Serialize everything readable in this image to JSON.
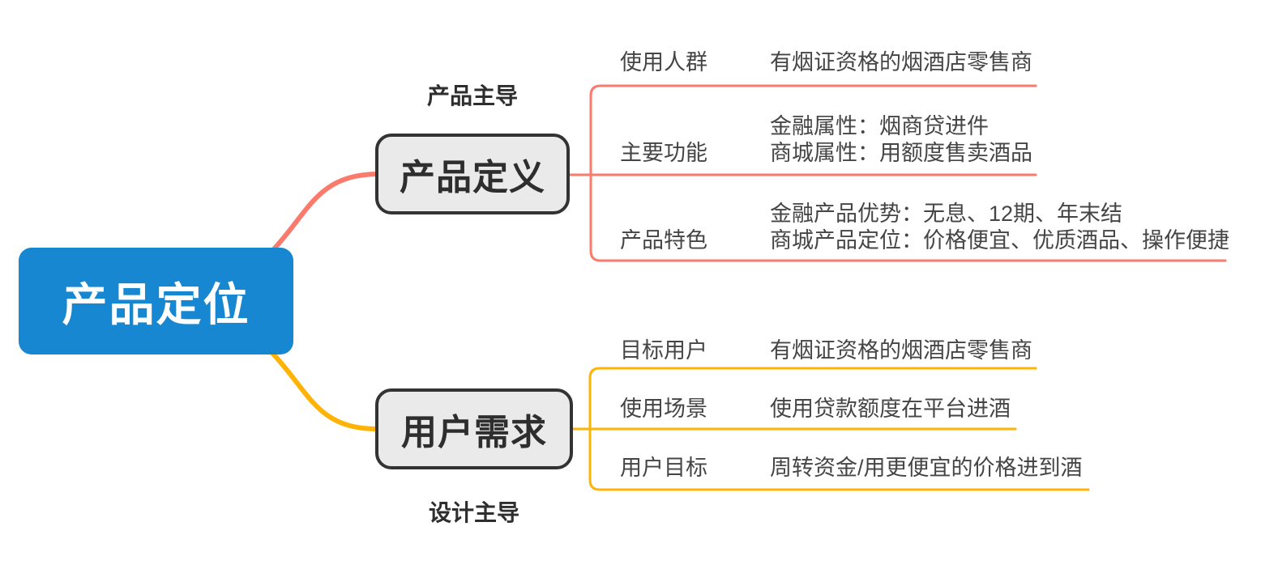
{
  "root": {
    "label": "产品定位"
  },
  "branches": [
    {
      "tag": "产品主导",
      "node": "产品定义",
      "rows": [
        {
          "label": "使用人群",
          "lines": [
            "有烟证资格的烟酒店零售商"
          ]
        },
        {
          "label": "主要功能",
          "lines": [
            "金融属性：烟商贷进件",
            "商城属性：用额度售卖酒品"
          ]
        },
        {
          "label": "产品特色",
          "lines": [
            "金融产品优势：无息、12期、年末结",
            "商城产品定位：价格便宜、优质酒品、操作便捷"
          ]
        }
      ]
    },
    {
      "tag": "设计主导",
      "node": "用户需求",
      "rows": [
        {
          "label": "目标用户",
          "lines": [
            "有烟证资格的烟酒店零售商"
          ]
        },
        {
          "label": "使用场景",
          "lines": [
            "使用贷款额度在平台进酒"
          ]
        },
        {
          "label": "用户目标",
          "lines": [
            "周转资金/用更便宜的价格进到酒"
          ]
        }
      ]
    }
  ],
  "colors": {
    "background": "#FFFFFF",
    "root_node_bg": "#1787D1",
    "root_text": "#FFFFFF",
    "branch1_line": "#FA7A6C",
    "branch2_line": "#FFB405",
    "node_fill": "#EAEAEA",
    "node_border": "#333333",
    "node_text": "#2E2E2E",
    "row_text": "#454545"
  }
}
